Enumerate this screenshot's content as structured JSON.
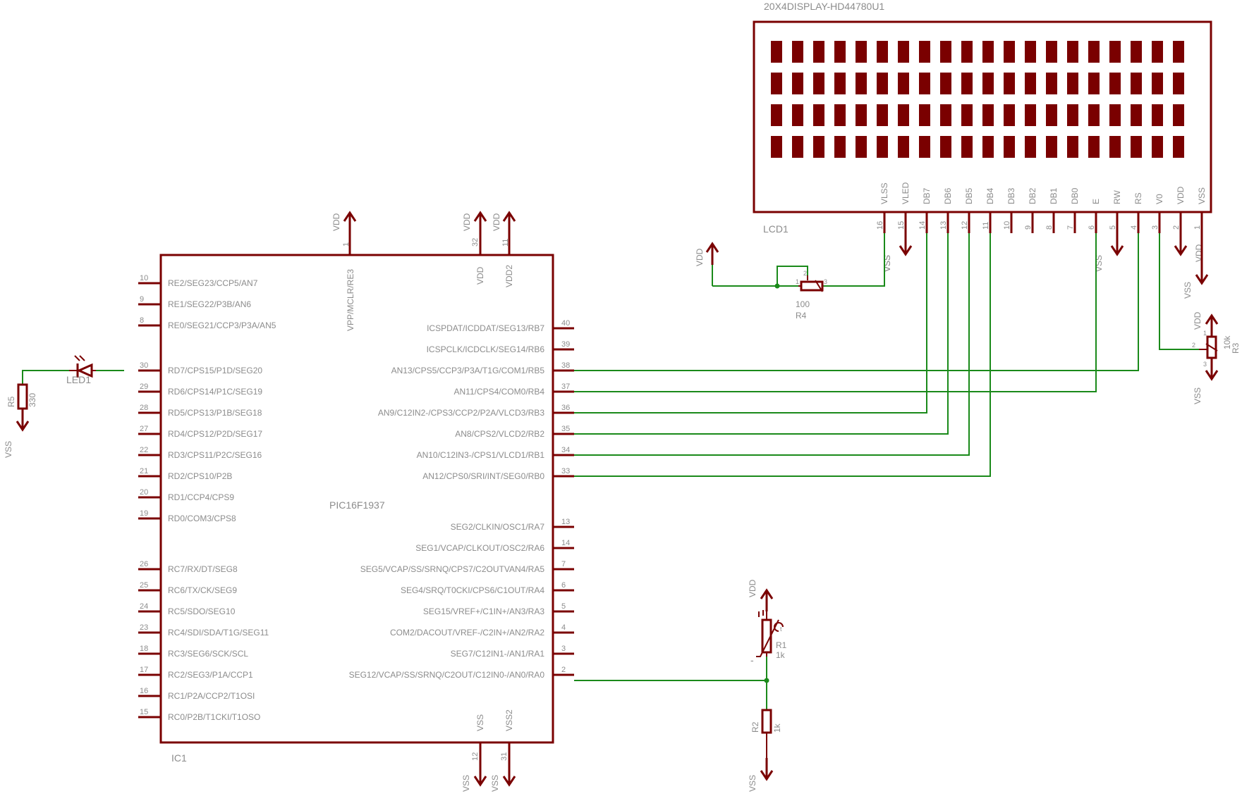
{
  "colors": {
    "part": "#7a0000",
    "wire": "#1a8a1a",
    "text": "#8c8c8c",
    "background": "#ffffff"
  },
  "ic1": {
    "name": "IC1",
    "value": "PIC16F1937",
    "top_pins": [
      {
        "num": "1",
        "signal": "VPP/MCLR/RE3",
        "net": "VDD"
      },
      {
        "num": "32",
        "signal": "VDD",
        "net": "VDD"
      },
      {
        "num": "11",
        "signal": "VDD2",
        "net": "VDD"
      }
    ],
    "bottom_pins": [
      {
        "num": "12",
        "signal": "VSS",
        "net": "VSS"
      },
      {
        "num": "31",
        "signal": "VSS2",
        "net": "VSS"
      }
    ],
    "left_pins": [
      {
        "num": "10",
        "label": "RE2/SEG23/CCP5/AN7"
      },
      {
        "num": "9",
        "label": "RE1/SEG22/P3B/AN6"
      },
      {
        "num": "8",
        "label": "RE0/SEG21/CCP3/P3A/AN5"
      },
      {
        "num": "30",
        "label": "RD7/CPS15/P1D/SEG20"
      },
      {
        "num": "29",
        "label": "RD6/CPS14/P1C/SEG19"
      },
      {
        "num": "28",
        "label": "RD5/CPS13/P1B/SEG18"
      },
      {
        "num": "27",
        "label": "RD4/CPS12/P2D/SEG17"
      },
      {
        "num": "22",
        "label": "RD3/CPS11/P2C/SEG16"
      },
      {
        "num": "21",
        "label": "RD2/CPS10/P2B"
      },
      {
        "num": "20",
        "label": "RD1/CCP4/CPS9"
      },
      {
        "num": "19",
        "label": "RD0/COM3/CPS8"
      },
      {
        "num": "26",
        "label": "RC7/RX/DT/SEG8"
      },
      {
        "num": "25",
        "label": "RC6/TX/CK/SEG9"
      },
      {
        "num": "24",
        "label": "RC5/SDO/SEG10"
      },
      {
        "num": "23",
        "label": "RC4/SDI/SDA/T1G/SEG11"
      },
      {
        "num": "18",
        "label": "RC3/SEG6/SCK/SCL"
      },
      {
        "num": "17",
        "label": "RC2/SEG3/P1A/CCP1"
      },
      {
        "num": "16",
        "label": "RC1/P2A/CCP2/T1OSI"
      },
      {
        "num": "15",
        "label": "RC0/P2B/T1CKI/T1OSO"
      }
    ],
    "right_pins": [
      {
        "num": "40",
        "label": "ICSPDAT/ICDDAT/SEG13/RB7"
      },
      {
        "num": "39",
        "label": "ICSPCLK/ICDCLK/SEG14/RB6"
      },
      {
        "num": "38",
        "label": "AN13/CPS5/CCP3/P3A/T1G/COM1/RB5"
      },
      {
        "num": "37",
        "label": "AN11/CPS4/COM0/RB4"
      },
      {
        "num": "36",
        "label": "AN9/C12IN2-/CPS3/CCP2/P2A/VLCD3/RB3"
      },
      {
        "num": "35",
        "label": "AN8/CPS2/VLCD2/RB2"
      },
      {
        "num": "34",
        "label": "AN10/C12IN3-/CPS1/VLCD1/RB1"
      },
      {
        "num": "33",
        "label": "AN12/CPS0/SRI/INT/SEG0/RB0"
      },
      {
        "num": "13",
        "label": "SEG2/CLKIN/OSC1/RA7"
      },
      {
        "num": "14",
        "label": "SEG1/VCAP/CLKOUT/OSC2/RA6"
      },
      {
        "num": "7",
        "label": "SEG5/VCAP/SS/SRNQ/CPS7/C2OUTVAN4/RA5"
      },
      {
        "num": "6",
        "label": "SEG4/SRQ/T0CKI/CPS6/C1OUT/RA4"
      },
      {
        "num": "5",
        "label": "SEG15/VREF+/C1IN+/AN3/RA3"
      },
      {
        "num": "4",
        "label": "COM2/DACOUT/VREF-/C2IN+/AN2/RA2"
      },
      {
        "num": "3",
        "label": "SEG7/C12IN1-/AN1/RA1"
      },
      {
        "num": "2",
        "label": "SEG12/VCAP/SS/SRNQ/C2OUT/C12IN0-/AN0/RA0"
      }
    ]
  },
  "lcd1": {
    "name": "LCD1",
    "value": "20X4DISPLAY-HD44780U1",
    "char_rows": 4,
    "char_cols": 20,
    "pins": [
      {
        "num": "16",
        "label": "VLSS"
      },
      {
        "num": "15",
        "label": "VLED"
      },
      {
        "num": "14",
        "label": "DB7"
      },
      {
        "num": "13",
        "label": "DB6"
      },
      {
        "num": "12",
        "label": "DB5"
      },
      {
        "num": "11",
        "label": "DB4"
      },
      {
        "num": "10",
        "label": "DB3"
      },
      {
        "num": "9",
        "label": "DB2"
      },
      {
        "num": "8",
        "label": "DB1"
      },
      {
        "num": "7",
        "label": "DB0"
      },
      {
        "num": "6",
        "label": "E"
      },
      {
        "num": "5",
        "label": "RW"
      },
      {
        "num": "4",
        "label": "RS"
      },
      {
        "num": "3",
        "label": "V0"
      },
      {
        "num": "2",
        "label": "VDD"
      },
      {
        "num": "1",
        "label": "VSS"
      }
    ]
  },
  "r4": {
    "name": "R4",
    "value": "100",
    "pins": [
      "1",
      "2",
      "3"
    ]
  },
  "r3": {
    "name": "R3",
    "value": "10k",
    "pins": [
      "1",
      "2",
      "3"
    ]
  },
  "r5": {
    "name": "R5",
    "value": "330"
  },
  "led1": {
    "name": "LED1"
  },
  "r1": {
    "name": "R1",
    "value": "1k",
    "mark": "t",
    "minus": "-"
  },
  "r2": {
    "name": "R2",
    "value": "1k"
  },
  "supply": {
    "vdd": "VDD",
    "vss": "VSS"
  }
}
